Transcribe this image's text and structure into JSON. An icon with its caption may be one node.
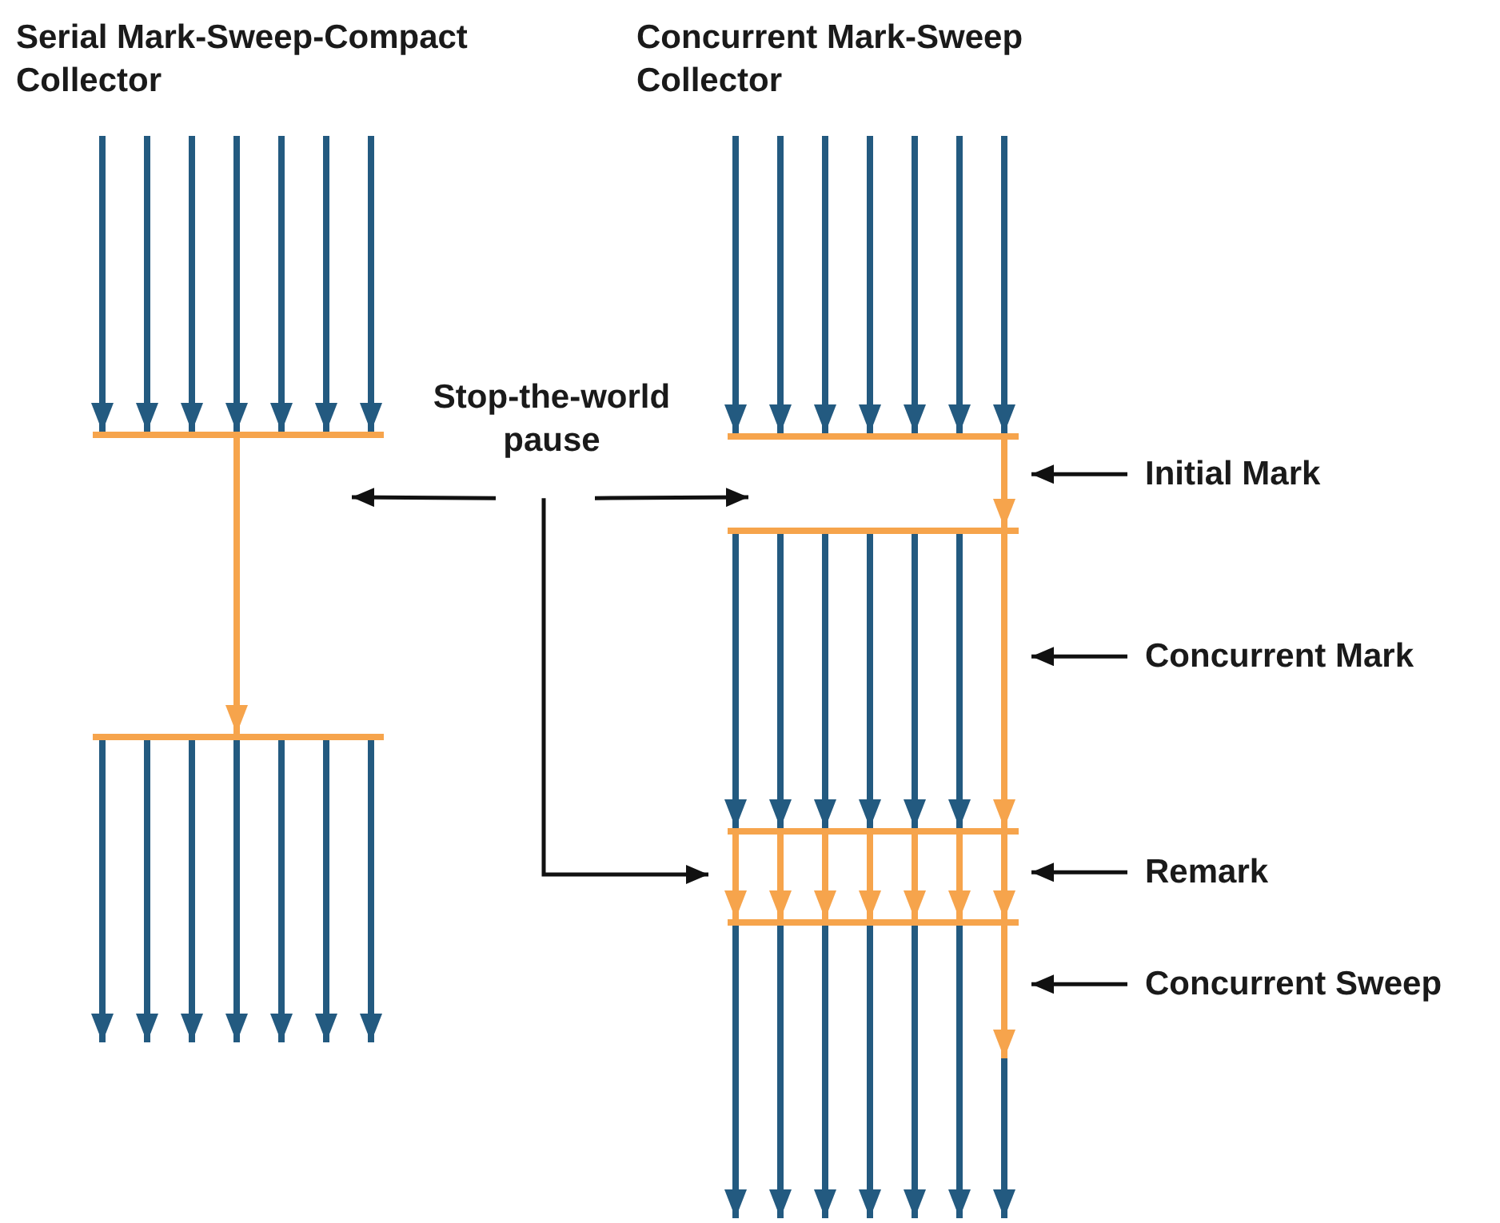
{
  "diagram": {
    "nodes": [
      {
        "text": [
          "Stop-the-world pause"
        ]
      },
      {
        "text": [
          "Initial Mark"
        ]
      },
      {
        "text": [
          "Concurrent Mark"
        ]
      },
      {
        "text": [
          "Remark"
        ]
      },
      {
        "text": [
          "Concurrent Sweep"
        ]
      }
    ],
    "edges": [
      {
        "from": 0,
        "to": null,
        "arrow": "to"
      },
      {
        "from": 0,
        "to": null,
        "arrow": "to"
      },
      {
        "from": 0,
        "to": null,
        "arrow": "to"
      },
      {
        "from": 1,
        "to": null,
        "arrow": "to"
      },
      {
        "from": 2,
        "to": null,
        "arrow": "to"
      },
      {
        "from": 3,
        "to": null,
        "arrow": "to"
      },
      {
        "from": 4,
        "to": null,
        "arrow": "to"
      }
    ],
    "labels": [
      "Serial Mark-Sweep-Compact Collector",
      "Concurrent Mark-Sweep Collector"
    ]
  }
}
